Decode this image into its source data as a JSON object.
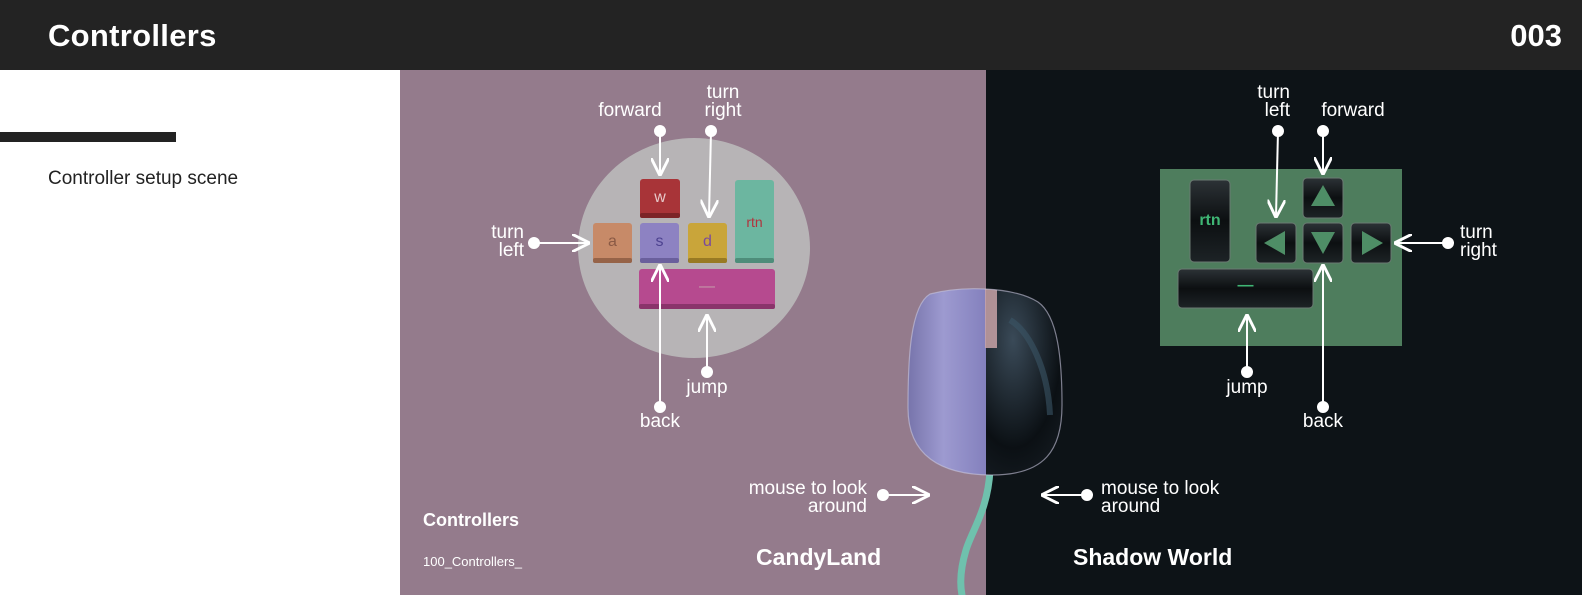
{
  "header": {
    "title": "Controllers",
    "page_number": "003"
  },
  "sidebar": {
    "subtitle": "Controller setup scene"
  },
  "scene": {
    "title": "Controllers",
    "file": "100_Controllers_"
  },
  "worlds": {
    "left": "CandyLand",
    "right": "Shadow World"
  },
  "candyland": {
    "keys": {
      "w": "w",
      "a": "a",
      "s": "s",
      "d": "d",
      "rtn": "rtn",
      "space": "—"
    },
    "labels": {
      "forward": "forward",
      "turn_right": "turn\nright",
      "turn_left": "turn\nleft",
      "jump": "jump",
      "back": "back",
      "mouse": "mouse to look\naround"
    }
  },
  "shadow": {
    "keys": {
      "rtn": "rtn",
      "space": "—"
    },
    "labels": {
      "turn_left": "turn\nleft",
      "forward": "forward",
      "turn_right": "turn\nright",
      "jump": "jump",
      "back": "back",
      "mouse": "mouse to look\naround"
    }
  },
  "colors": {
    "header_bg": "#232323",
    "candyland_bg": "#947b8c",
    "shadow_bg": "#0d1317",
    "keypad_shadow": "#4e7d5d"
  }
}
